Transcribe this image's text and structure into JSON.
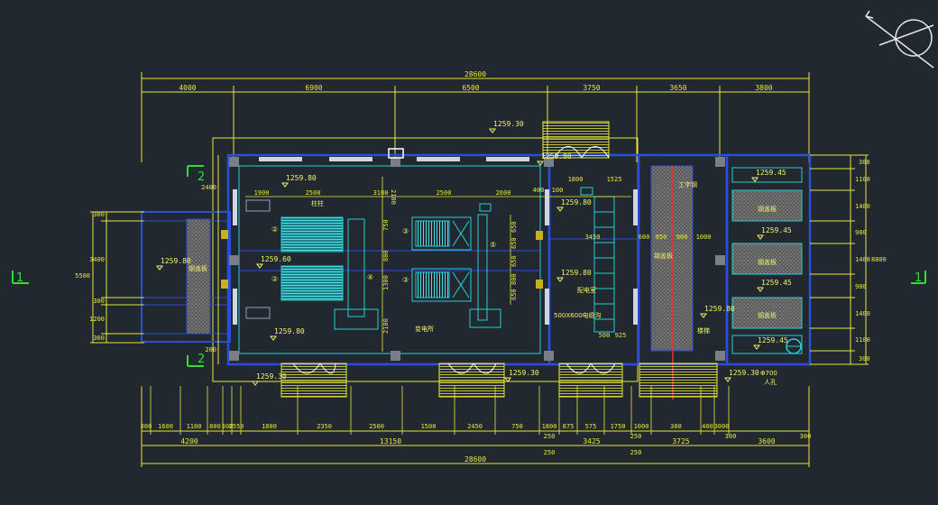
{
  "overall": {
    "top": "28600",
    "bottom": "28600"
  },
  "top_dims": [
    "4000",
    "6900",
    "6500",
    "3750",
    "3650",
    "3800"
  ],
  "inner_top_dims": [
    "1900",
    "2500",
    "3100",
    "2500",
    "2600",
    "400",
    "100",
    "1800",
    "1525"
  ],
  "mid_dims": {
    "d3450": "3450",
    "d600": "600",
    "d850": "850",
    "d900": "900",
    "d1000": "1000",
    "d500": "500",
    "d925": "925"
  },
  "left_dims": [
    "300",
    "3400",
    "300",
    "1200",
    "300"
  ],
  "left_outer": "5500",
  "left_upper": "2400",
  "left_lower": "200",
  "right_dims": [
    "300",
    "1100",
    "1400",
    "900",
    "1400",
    "900",
    "1400",
    "1100",
    "300"
  ],
  "right_outer": "8800",
  "inner_vert": [
    "2100",
    "750",
    "800",
    "1300",
    "2100",
    "650",
    "650",
    "650",
    "800",
    "650"
  ],
  "bottom_row1": [
    "300",
    "1600",
    "1100",
    "800",
    "300",
    "2550",
    "1800",
    "2350",
    "2500",
    "1500",
    "2450",
    "750",
    "1800",
    "875",
    "575",
    "1750",
    "1000",
    "300",
    "400",
    "3000"
  ],
  "bottom_row2": [
    "4200",
    "13150",
    "250",
    "3425",
    "250",
    "3725",
    "300",
    "3600",
    "300"
  ],
  "bottom_row3": [
    "250",
    "250"
  ],
  "levels": {
    "l1": "1259.30",
    "l2": "1259.80",
    "l3": "1259.80",
    "l4": "1259.80",
    "l5": "1259.60",
    "l6": "1259.80",
    "l7": "1259.80",
    "l8": "1259.80",
    "l9": "1259.30",
    "l10": "1259.30",
    "l11": "1259.30",
    "l12": "1259.45",
    "l13": "1259.45",
    "l14": "1259.45",
    "l15": "1259.45",
    "l16": "1259.80"
  },
  "labels": {
    "steel1": "钢盖板",
    "steel2": "钢盖板",
    "steel3": "钢盖板",
    "steel4": "钢盖板",
    "steel5": "钢盖板",
    "column": "柱柱",
    "ibeam": "工字钢",
    "room1": "配电室",
    "room2": "变电所",
    "cable": "500X600电缆沟",
    "stair": "楼梯",
    "manhole_dia": "Φ700",
    "manhole": "人孔"
  },
  "section_marks": {
    "left": "1",
    "right": "1",
    "top": "2",
    "bottom": "2"
  },
  "circles": [
    "②",
    "②",
    "③",
    "③",
    "④",
    "⑤"
  ],
  "colors": {
    "background": "#212830",
    "dimension": "#e8e83a",
    "wall": "#2a4ed8",
    "equipment": "#27d0d6",
    "section": "#33dd33",
    "axis": "#e23030",
    "hatch": "#8a8a8a"
  }
}
